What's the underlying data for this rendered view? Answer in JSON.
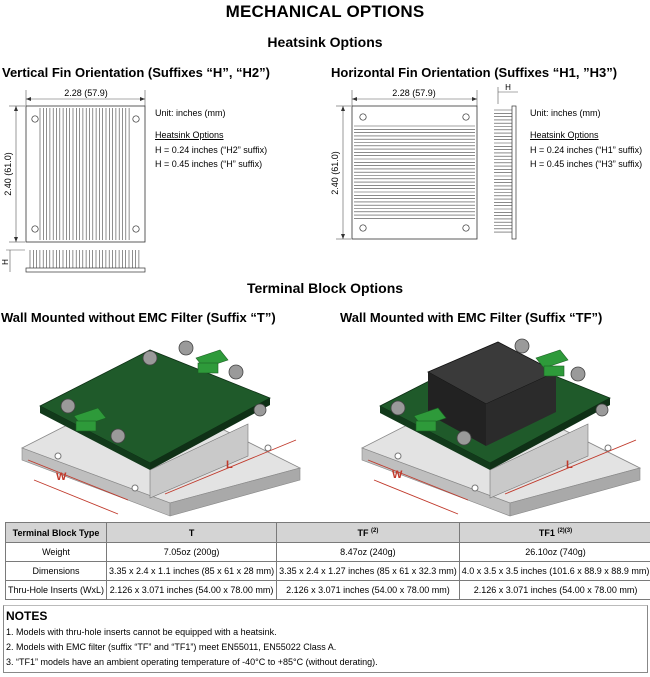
{
  "page": {
    "title": "MECHANICAL OPTIONS",
    "heatsink_heading": "Heatsink Options",
    "terminal_heading": "Terminal Block Options"
  },
  "vertical": {
    "heading": "Vertical Fin Orientation (Suffixes “H”, “H2”)",
    "width_dim": "2.28 (57.9)",
    "height_dim": "2.40 (61.0)",
    "h_label": "H",
    "unit": "Unit: inches (mm)",
    "options_title": "Heatsink Options",
    "option_1": "H = 0.24 inches (“H2” suffix)",
    "option_2": "H = 0.45 inches (“H” suffix)"
  },
  "horizontal": {
    "heading": "Horizontal Fin Orientation (Suffixes “H1, ”H3”)",
    "width_dim": "2.28 (57.9)",
    "height_dim": "2.40 (61.0)",
    "h_label": "H",
    "unit": "Unit: inches (mm)",
    "options_title": "Heatsink Options",
    "option_1": "H = 0.24 inches (“H1” suffix)",
    "option_2": "H = 0.45 inches (“H3” suffix)"
  },
  "wall_t": {
    "heading": "Wall Mounted without EMC Filter (Suffix “T”)",
    "w_label": "W",
    "l_label": "L"
  },
  "wall_tf": {
    "heading": "Wall Mounted with EMC Filter (Suffix “TF”)",
    "w_label": "W",
    "l_label": "L"
  },
  "table": {
    "headers": [
      "Terminal Block Type",
      "T",
      "TF",
      "TF1"
    ],
    "header_sups": [
      "",
      "",
      "(2)",
      "(2)(3)"
    ],
    "rows": [
      [
        "Weight",
        "7.05oz (200g)",
        "8.47oz (240g)",
        "26.10oz (740g)"
      ],
      [
        "Dimensions",
        "3.35 x 2.4 x 1.1 inches (85 x 61 x 28 mm)",
        "3.35 x 2.4 x 1.27 inches (85 x 61 x 32.3 mm)",
        "4.0 x 3.5 x 3.5 inches (101.6 x 88.9 x 88.9 mm)"
      ],
      [
        "Thru-Hole Inserts (WxL)",
        "2.126 x 3.071 inches (54.00 x 78.00 mm)",
        "2.126 x 3.071 inches (54.00 x 78.00 mm)",
        "2.126 x 3.071 inches (54.00 x 78.00 mm)"
      ]
    ]
  },
  "notes": {
    "title": "NOTES",
    "lines": [
      "1. Models with thru-hole inserts cannot be equipped with a heatsink.",
      "2. Models with EMC filter (suffix “TF” and “TF1”) meet EN55011, EN55022 Class A.",
      "3. “TF1” models have an ambient operating temperature of -40°C to +85°C (without derating)."
    ]
  },
  "colors": {
    "pcb_green": "#1f5a2a",
    "terminal_green": "#2e9a3a",
    "dimension_red": "#c0392b",
    "table_header": "#d4d4d4"
  }
}
